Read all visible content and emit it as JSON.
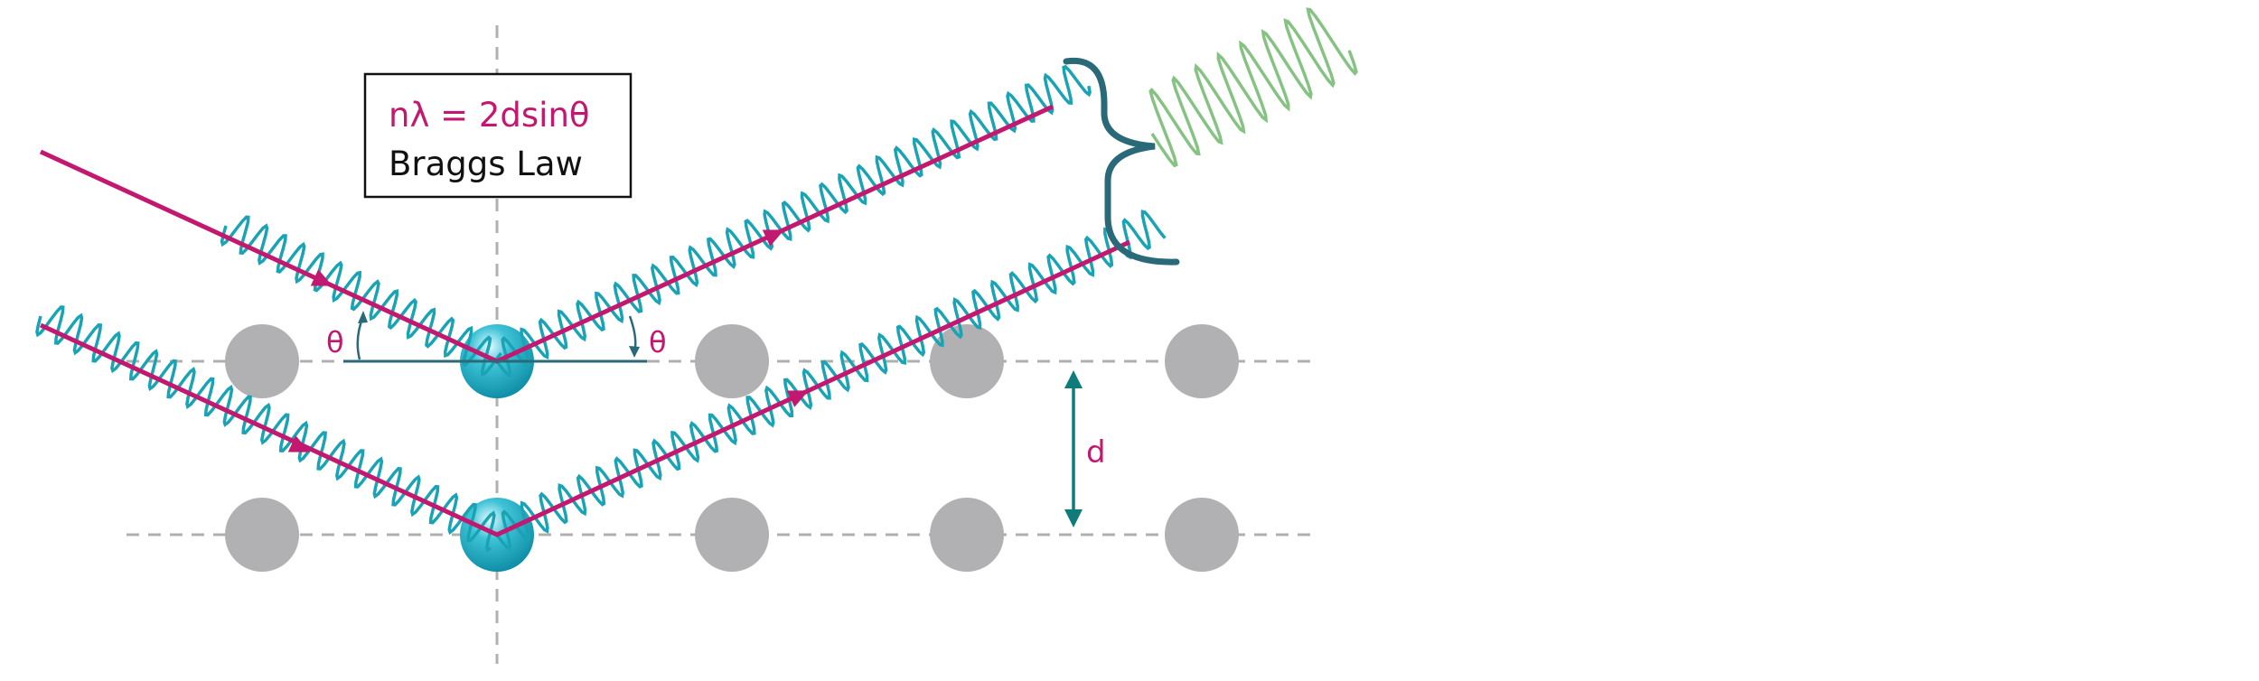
{
  "formula_box": {
    "equation": "nλ = 2dsinθ",
    "caption": "Braggs Law"
  },
  "angle_labels": {
    "incident": "θ",
    "reflected": "θ"
  },
  "spacing_label": "d",
  "colors": {
    "ray": "#c2186f",
    "wave": "#1aa3b5",
    "combined_wave": "#86c383",
    "brace": "#2a6a78",
    "atom_gray": "#b1b1b3",
    "atom_highlight": "#1aa0b8",
    "dashed_line": "#b0b0b0",
    "spacing_arrow": "#0f7b7a",
    "text_dark": "#111111"
  },
  "lattice": {
    "rows": 2,
    "atoms_per_row": 5,
    "highlighted_atom_index": 1
  }
}
